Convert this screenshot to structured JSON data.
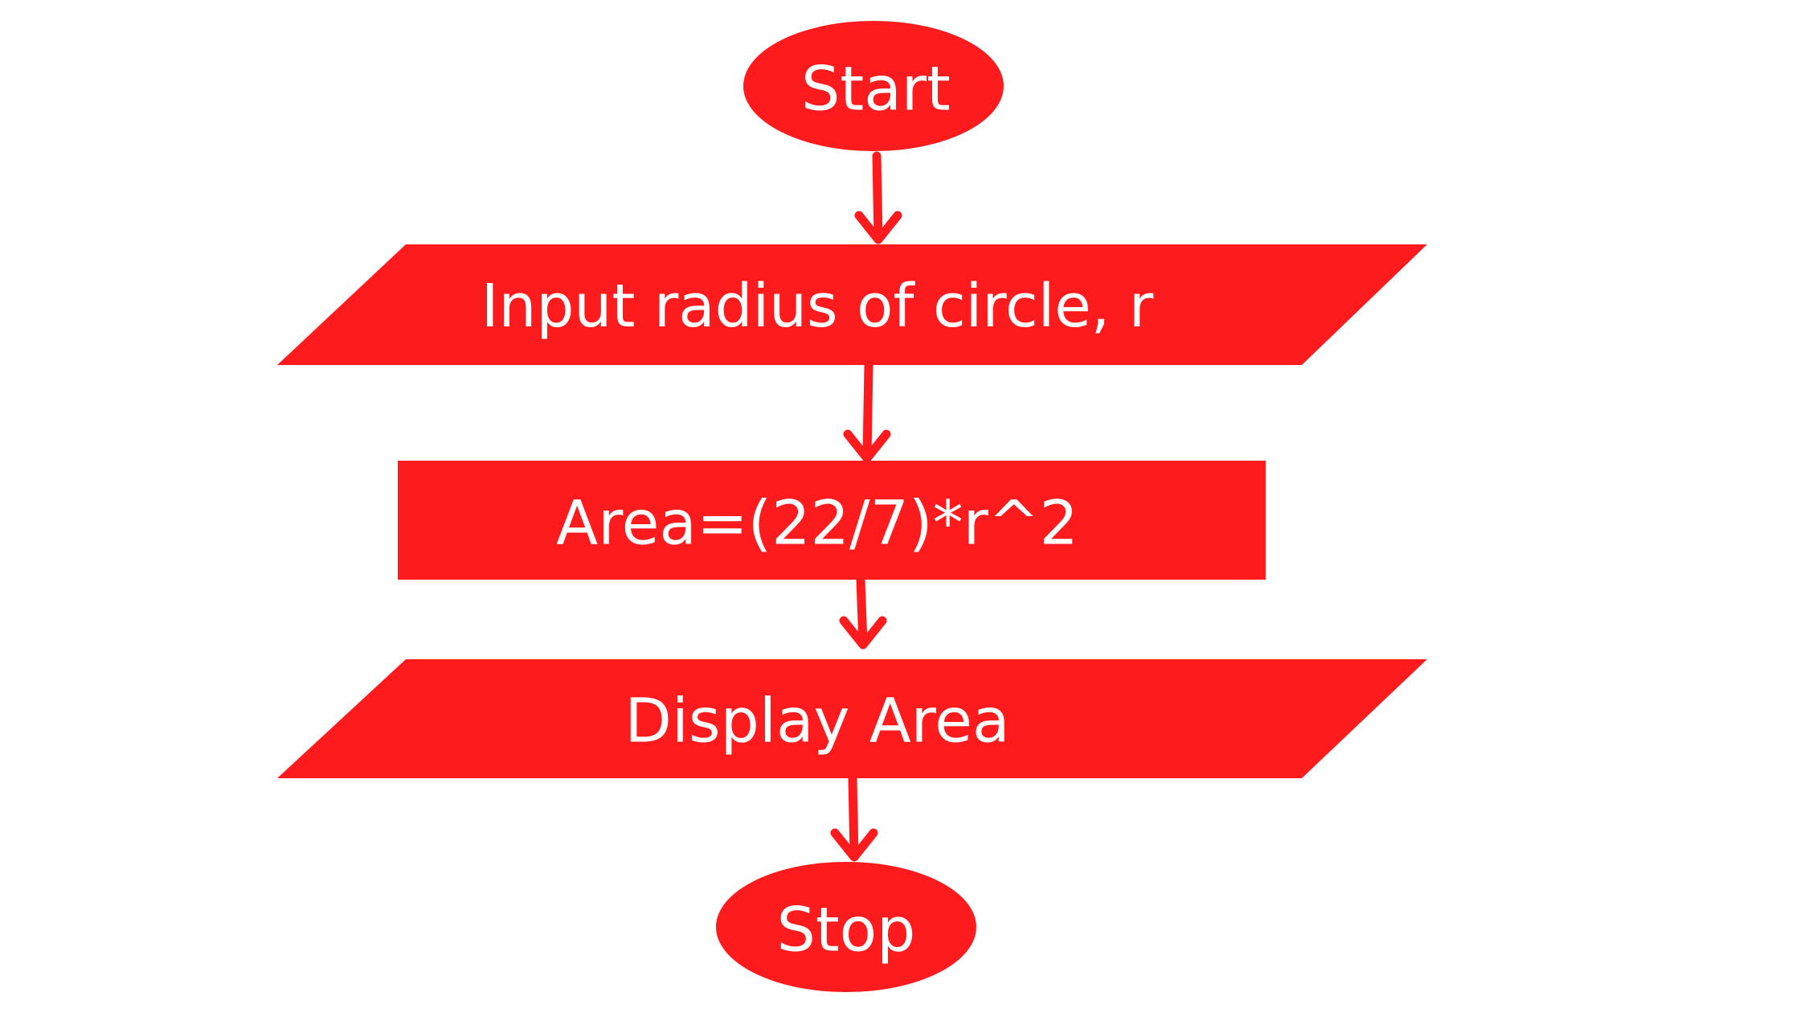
{
  "colors": {
    "shape_fill": "#fd1b1e",
    "text": "#ffffff",
    "arrow": "#fd1b1e"
  },
  "flowchart": {
    "start": "Start",
    "input": "Input radius of circle, r",
    "process": "Area=(22/7)*r^2",
    "output": "Display Area",
    "stop": "Stop"
  }
}
